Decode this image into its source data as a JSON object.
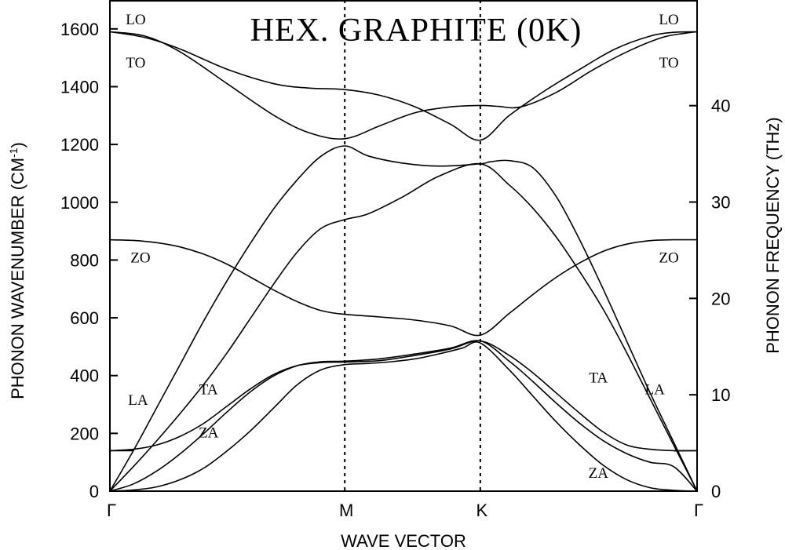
{
  "chart_data": {
    "type": "line",
    "title": "HEX. GRAPHITE (0K)",
    "xlabel": "WAVE VECTOR",
    "ylabel_left": "PHONON WAVENUMBER (CM",
    "ylabel_left_sup": "-1",
    "ylabel_left_end": ")",
    "ylabel_right": "PHONON FREQUENCY (THz)",
    "x_ticks": [
      {
        "pos": 0,
        "label": "Γ"
      },
      {
        "pos": 1,
        "label": "M"
      },
      {
        "pos": 1.577,
        "label": "K"
      },
      {
        "pos": 2.5,
        "label": "Γ"
      }
    ],
    "xlim": [
      0,
      2.5
    ],
    "ylim_left": [
      0,
      1700
    ],
    "y_ticks_left": [
      0,
      200,
      400,
      600,
      800,
      1000,
      1200,
      1400,
      1600
    ],
    "y_ticks_right": [
      0,
      10,
      20,
      30,
      40
    ],
    "thz_per_cm": 0.029979,
    "vertical_dashed_lines_at": [
      1,
      1.577
    ],
    "series": [
      {
        "x": [
          0,
          0.15,
          0.3,
          0.5,
          0.7,
          0.85,
          1.0,
          1.15,
          1.3,
          1.45,
          1.577,
          1.7,
          1.85,
          2.0,
          2.15,
          2.3,
          2.4,
          2.5
        ],
        "y": [
          1590,
          1570,
          1530,
          1460,
          1410,
          1395,
          1390,
          1370,
          1330,
          1270,
          1215,
          1300,
          1385,
          1460,
          1530,
          1575,
          1588,
          1590
        ]
      },
      {
        "x": [
          0,
          0.15,
          0.3,
          0.5,
          0.7,
          0.85,
          1.0,
          1.15,
          1.3,
          1.45,
          1.577,
          1.65,
          1.75,
          1.9,
          2.05,
          2.2,
          2.35,
          2.45,
          2.5
        ],
        "y": [
          1590,
          1575,
          1520,
          1410,
          1300,
          1240,
          1220,
          1265,
          1310,
          1330,
          1335,
          1332,
          1330,
          1380,
          1455,
          1520,
          1570,
          1585,
          1590
        ]
      },
      {
        "x": [
          0,
          0.1,
          0.2,
          0.3,
          0.4,
          0.5,
          0.6,
          0.7,
          0.8,
          0.9,
          1.0,
          1.1,
          1.25,
          1.4,
          1.577,
          1.62,
          1.7,
          1.8,
          1.9,
          2.0,
          2.1,
          2.2,
          2.3,
          2.4,
          2.5
        ],
        "y": [
          0,
          140,
          290,
          440,
          590,
          730,
          860,
          980,
          1080,
          1160,
          1195,
          1160,
          1135,
          1125,
          1133,
          1140,
          1144,
          1120,
          1020,
          870,
          700,
          520,
          340,
          170,
          0
        ]
      },
      {
        "x": [
          0,
          0.1,
          0.2,
          0.3,
          0.4,
          0.5,
          0.6,
          0.7,
          0.8,
          0.9,
          1.0,
          1.1,
          1.25,
          1.4,
          1.577,
          1.7,
          1.8,
          1.9,
          2.0,
          2.1,
          2.2,
          2.3,
          2.4,
          2.5
        ],
        "y": [
          0,
          85,
          175,
          270,
          370,
          480,
          600,
          720,
          830,
          910,
          940,
          960,
          1020,
          1090,
          1133,
          1060,
          980,
          880,
          760,
          630,
          480,
          320,
          160,
          0
        ]
      },
      {
        "x": [
          0,
          0.1,
          0.2,
          0.3,
          0.4,
          0.5,
          0.6,
          0.7,
          0.8,
          0.9,
          1.0,
          1.15,
          1.3,
          1.45,
          1.577,
          1.7,
          1.8,
          1.9,
          2.0,
          2.1,
          2.2,
          2.3,
          2.4,
          2.5
        ],
        "y": [
          870,
          868,
          860,
          845,
          820,
          785,
          740,
          695,
          655,
          625,
          612,
          603,
          592,
          572,
          540,
          615,
          680,
          740,
          790,
          830,
          855,
          867,
          870,
          870
        ]
      },
      {
        "x": [
          0,
          0.1,
          0.2,
          0.3,
          0.4,
          0.5,
          0.6,
          0.7,
          0.8,
          0.9,
          1.0,
          1.15,
          1.3,
          1.45,
          1.577,
          1.7,
          1.8,
          1.9,
          2.0,
          2.1,
          2.2,
          2.3,
          2.4,
          2.5
        ],
        "y": [
          0,
          25,
          70,
          130,
          200,
          275,
          345,
          400,
          435,
          448,
          450,
          458,
          475,
          495,
          520,
          450,
          380,
          305,
          235,
          175,
          130,
          100,
          85,
          0
        ]
      },
      {
        "x": [
          0,
          0.1,
          0.2,
          0.3,
          0.4,
          0.5,
          0.6,
          0.7,
          0.8,
          0.9,
          1.0,
          1.15,
          1.3,
          1.45,
          1.577,
          1.7,
          1.8,
          1.9,
          2.0,
          2.1,
          2.2,
          2.3,
          2.4,
          2.5
        ],
        "y": [
          140,
          145,
          160,
          190,
          235,
          295,
          355,
          405,
          435,
          445,
          447,
          452,
          470,
          492,
          520,
          470,
          410,
          340,
          270,
          205,
          160,
          145,
          140,
          140
        ]
      },
      {
        "x": [
          0,
          0.1,
          0.2,
          0.3,
          0.4,
          0.5,
          0.6,
          0.7,
          0.8,
          0.9,
          1.0,
          1.1,
          1.2,
          1.3,
          1.4,
          1.5,
          1.577,
          1.7,
          1.8,
          1.9,
          2.0,
          2.1,
          2.2,
          2.3,
          2.4,
          2.5
        ],
        "y": [
          0,
          4,
          15,
          40,
          80,
          140,
          210,
          290,
          370,
          420,
          438,
          442,
          448,
          458,
          475,
          495,
          513,
          420,
          330,
          240,
          160,
          90,
          40,
          12,
          3,
          0
        ]
      }
    ],
    "flat_line": {
      "y": 140,
      "x_ranges": [
        [
          0,
          0.1
        ],
        [
          2.4,
          2.5
        ]
      ]
    },
    "annotations": [
      {
        "text": "LO",
        "x": 0.11,
        "y": 1635
      },
      {
        "text": "TO",
        "x": 0.11,
        "y": 1485
      },
      {
        "text": "ZO",
        "x": 0.13,
        "y": 810
      },
      {
        "text": "LA",
        "x": 0.12,
        "y": 318
      },
      {
        "text": "TA",
        "x": 0.42,
        "y": 355
      },
      {
        "text": "ZA",
        "x": 0.42,
        "y": 205
      },
      {
        "text": "LO",
        "x": 2.38,
        "y": 1635
      },
      {
        "text": "TO",
        "x": 2.38,
        "y": 1485
      },
      {
        "text": "ZO",
        "x": 2.38,
        "y": 810
      },
      {
        "text": "TA",
        "x": 2.08,
        "y": 395
      },
      {
        "text": "LA",
        "x": 2.32,
        "y": 355
      },
      {
        "text": "ZA",
        "x": 2.08,
        "y": 65
      }
    ]
  }
}
